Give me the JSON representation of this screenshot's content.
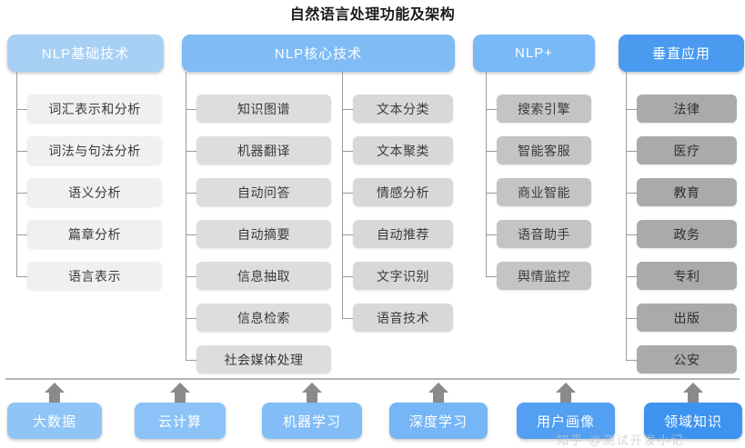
{
  "title": "自然语言处理功能及架构",
  "colors": {
    "header_1": "#a8d0f5",
    "header_2": "#7fbcf5",
    "header_3": "#79b9f7",
    "header_4": "#4a9bf0",
    "item_1": "#f0f0f0",
    "item_2": "#dddddd",
    "item_3": "#d8d8d8",
    "item_4": "#c4c4c4",
    "item_5": "#aaaaaa",
    "line": "#9a9a9a",
    "arrow": "#8a8a8a",
    "foot_1": "#8fc4f7",
    "foot_2": "#8bc2f7",
    "foot_3": "#82bdf7",
    "foot_4": "#76b6f6",
    "foot_5": "#539ff2",
    "foot_6": "#3d93f0"
  },
  "headers": [
    {
      "label": "NLP基础技术",
      "color_key": "header_1"
    },
    {
      "label": "NLP核心技术",
      "color_key": "header_2"
    },
    {
      "label": "NLP+",
      "color_key": "header_3"
    },
    {
      "label": "垂直应用",
      "color_key": "header_4"
    }
  ],
  "columns": [
    {
      "name": "nlp-basic",
      "items": [
        "词汇表示和分析",
        "词法与句法分析",
        "语义分析",
        "篇章分析",
        "语言表示"
      ]
    },
    {
      "name": "nlp-core-a",
      "items": [
        "知识图谱",
        "机器翻译",
        "自动问答",
        "自动摘要",
        "信息抽取",
        "信息检索",
        "社会媒体处理"
      ]
    },
    {
      "name": "nlp-core-b",
      "items": [
        "文本分类",
        "文本聚类",
        "情感分析",
        "自动推荐",
        "文字识别",
        "语音技术"
      ]
    },
    {
      "name": "nlp-plus",
      "items": [
        "搜索引擎",
        "智能客服",
        "商业智能",
        "语音助手",
        "舆情监控"
      ]
    },
    {
      "name": "vertical-app",
      "items": [
        "法律",
        "医疗",
        "教育",
        "政务",
        "专利",
        "出版",
        "公安"
      ]
    }
  ],
  "foundations": [
    {
      "label": "大数据",
      "color_key": "foot_1"
    },
    {
      "label": "云计算",
      "color_key": "foot_2"
    },
    {
      "label": "机器学习",
      "color_key": "foot_3"
    },
    {
      "label": "深度学习",
      "color_key": "foot_4"
    },
    {
      "label": "用户画像",
      "color_key": "foot_5"
    },
    {
      "label": "领域知识",
      "color_key": "foot_6"
    }
  ],
  "watermark": "知乎 @测试开发小记"
}
